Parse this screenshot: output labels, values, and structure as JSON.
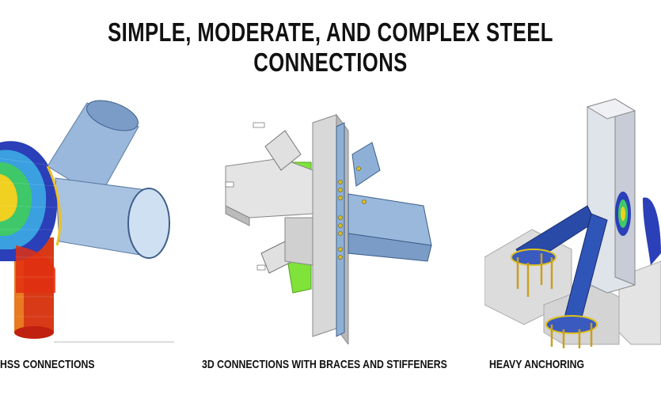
{
  "title": "SIMPLE, MODERATE, AND COMPLEX STEEL CONNECTIONS",
  "panels": [
    {
      "caption": "HSS CONNECTIONS",
      "image": "hss-tube-joint-fea-model"
    },
    {
      "caption": "3D CONNECTIONS WITH BRACES AND STIFFENERS",
      "image": "beam-column-brace-connection-model"
    },
    {
      "caption": "HEAVY ANCHORING",
      "image": "column-base-anchor-model"
    }
  ],
  "colors": {
    "steel_blue": "#8fb0d6",
    "plate_gray": "#d8d8d8",
    "stiffener_green": "#7fe33a",
    "bolt_yellow": "#e0c01a",
    "fea_red": "#e02010",
    "fea_blue": "#2a3fb8"
  }
}
